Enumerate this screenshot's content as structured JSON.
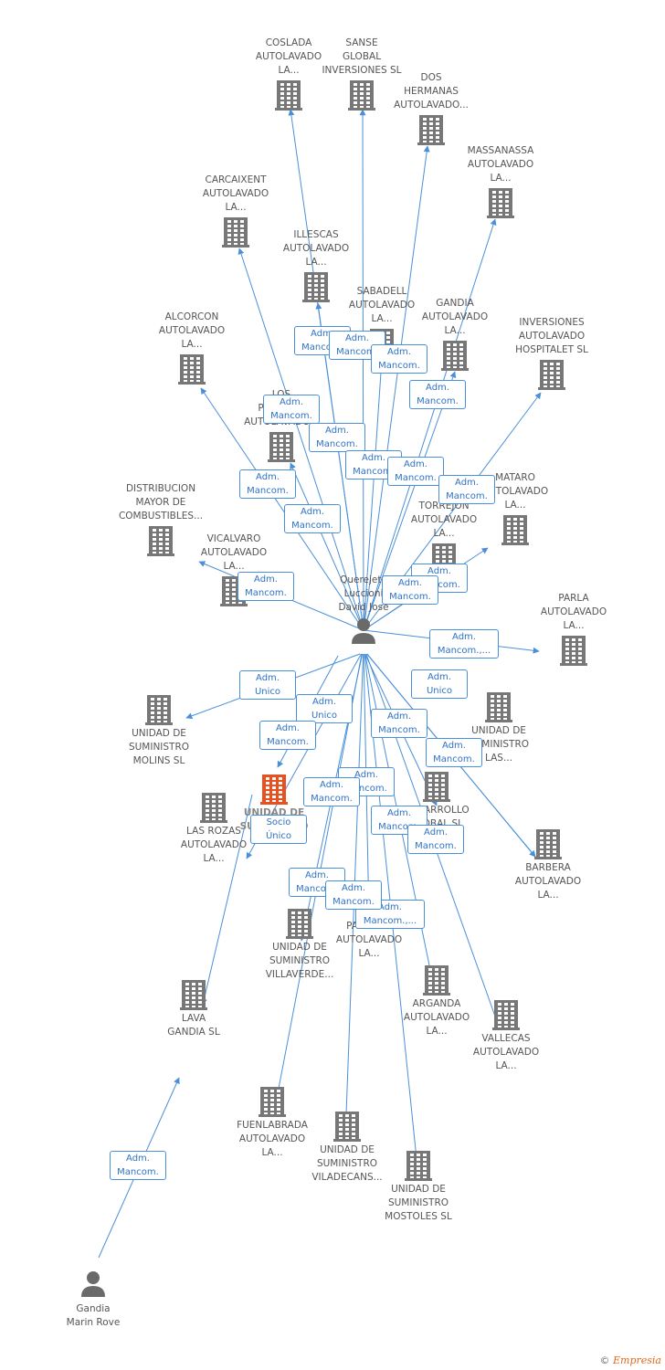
{
  "colors": {
    "edge": "#4a90d9",
    "icon": "#777777",
    "focus": "#e8501f"
  },
  "center_person": {
    "label": "Querejeta\nLuccioni\nDavid Jose"
  },
  "other_person": {
    "label": "Gandia\nMarin Rove"
  },
  "focus_company": {
    "label": "UNIDAD DE\nSUMINISTRO\nGRUPO..."
  },
  "companies": [
    {
      "id": "coslada",
      "label": "COSLADA\nAUTOLAVADO\nLA..."
    },
    {
      "id": "sanse",
      "label": "SANSE\nGLOBAL\nINVERSIONES SL"
    },
    {
      "id": "dos-hermanas",
      "label": "DOS\nHERMANAS\nAUTOLAVADO..."
    },
    {
      "id": "massanassa",
      "label": "MASSANASSA\nAUTOLAVADO\nLA..."
    },
    {
      "id": "carcaixent",
      "label": "CARCAIXENT\nAUTOLAVADO\nLA..."
    },
    {
      "id": "illescas",
      "label": "ILLESCAS\nAUTOLAVADO\nLA..."
    },
    {
      "id": "sabadell",
      "label": "SABADELL\nAUTOLAVADO\nLA..."
    },
    {
      "id": "gandia-autolavado",
      "label": "GANDIA\nAUTOLAVADO\nLA..."
    },
    {
      "id": "inversiones-hospitalet",
      "label": "INVERSIONES\nAUTOLAVADO\nHOSPITALET SL"
    },
    {
      "id": "alcorcon",
      "label": "ALCORCON\nAUTOLAVADO\nLA..."
    },
    {
      "id": "los-palacios",
      "label": "LOS\nPALACIOS\nAUTOLAVADO..."
    },
    {
      "id": "distribucion",
      "label": "DISTRIBUCION\nMAYOR DE\nCOMBUSTIBLES..."
    },
    {
      "id": "mataro",
      "label": "MATARO\nAUTOLAVADO\nLA..."
    },
    {
      "id": "torrejon",
      "label": "TORREJON\nAUTOLAVADO\nLA..."
    },
    {
      "id": "vicalvaro",
      "label": "VICALVARO\nAUTOLAVADO\nLA..."
    },
    {
      "id": "parla",
      "label": "PARLA\nAUTOLAVADO\nLA..."
    },
    {
      "id": "molins",
      "label": "UNIDAD DE\nSUMINISTRO\nMOLINS SL"
    },
    {
      "id": "las-rosas",
      "label": "UNIDAD DE\nSUMINISTRO\nLAS..."
    },
    {
      "id": "las-rozas",
      "label": "LAS ROZAS\nAUTOLAVADO\nLA..."
    },
    {
      "id": "desarrollo",
      "label": "DESARROLLO\nGLOBAL SL"
    },
    {
      "id": "barbera",
      "label": "BARBERA\nAUTOLAVADO\nLA..."
    },
    {
      "id": "paiporta",
      "label": "PAIPORTA\nAUTOLAVADO\nLA..."
    },
    {
      "id": "villaverde",
      "label": "UNIDAD DE\nSUMINISTRO\nVILLAVERDE..."
    },
    {
      "id": "lava-gandia",
      "label": "LAVA\nGANDIA SL"
    },
    {
      "id": "arganda",
      "label": "ARGANDA\nAUTOLAVADO\nLA..."
    },
    {
      "id": "vallecas",
      "label": "VALLECAS\nAUTOLAVADO\nLA..."
    },
    {
      "id": "fuenlabrada",
      "label": "FUENLABRADA\nAUTOLAVADO\nLA..."
    },
    {
      "id": "viladecans",
      "label": "UNIDAD DE\nSUMINISTRO\nVILADECANS..."
    },
    {
      "id": "mostoles",
      "label": "UNIDAD DE\nSUMINISTRO\nMOSTOLES SL"
    }
  ],
  "edges": [
    {
      "target": "coslada",
      "label": "Adm.\nMancom."
    },
    {
      "target": "sanse",
      "label": "Adm.\nMancom."
    },
    {
      "target": "dos-hermanas",
      "label": "Adm.\nMancom."
    },
    {
      "target": "massanassa",
      "label": "Adm.\nMancom."
    },
    {
      "target": "carcaixent",
      "label": "Adm.\nMancom."
    },
    {
      "target": "illescas",
      "label": "Adm.\nMancom."
    },
    {
      "target": "sabadell",
      "label": "Adm.\nMancom."
    },
    {
      "target": "gandia-autolavado",
      "label": "Adm.\nMancom."
    },
    {
      "target": "inversiones-hospitalet",
      "label": "Adm.\nMancom."
    },
    {
      "target": "alcorcon",
      "label": "Adm.\nMancom."
    },
    {
      "target": "los-palacios",
      "label": "Adm.\nMancom."
    },
    {
      "target": "mataro",
      "label": "Adm.\nMancom."
    },
    {
      "target": "torrejon",
      "label": "Adm.\nMancom."
    },
    {
      "target": "vicalvaro",
      "label": "Adm.\nMancom."
    },
    {
      "target": "parla",
      "label": "Adm.\nMancom.,..."
    },
    {
      "target": "molins",
      "label": "Adm.\nUnico"
    },
    {
      "target": "focus",
      "label": "Adm.\nUnico"
    },
    {
      "target": "las-rosas",
      "label": "Adm.\nUnico"
    },
    {
      "target": "las-rozas",
      "label": "Adm.\nMancom."
    },
    {
      "target": "desarrollo",
      "label": "Adm.\nMancom."
    },
    {
      "target": "barbera",
      "label": "Adm.\nMancom."
    },
    {
      "target": "paiporta",
      "label": "Adm.\nMancom."
    },
    {
      "target": "villaverde",
      "label": "Adm.\nMancom."
    },
    {
      "target": "arganda",
      "label": "Adm.\nMancom."
    },
    {
      "target": "vallecas",
      "label": "Adm.\nMancom."
    },
    {
      "target": "fuenlabrada",
      "label": "Adm.\nMancom."
    },
    {
      "target": "viladecans",
      "label": "Adm.\nMancom.,..."
    },
    {
      "target": "mostoles",
      "label": "Adm.\nMancom."
    },
    {
      "target": "focus-lava",
      "label": "Socio\nÚnico"
    },
    {
      "target": "gandia-lava",
      "label": "Adm.\nMancom."
    }
  ],
  "footer": {
    "copyright": "©",
    "brand": "Empresia"
  }
}
